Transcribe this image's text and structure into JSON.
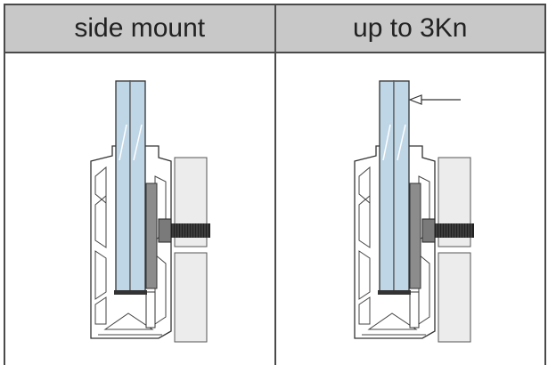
{
  "columns": [
    {
      "label": "side mount"
    },
    {
      "label": "up to 3Kn"
    }
  ],
  "colors": {
    "header_bg": "#c8c8c8",
    "border": "#4a4a4a",
    "glass": "#bfd6e6",
    "profile": "#ffffff",
    "gasket": "#8c8c8c",
    "wall": "#ececec",
    "bolt": "#222222"
  },
  "icons": [
    "glass-clamp-profile",
    "force-arrow"
  ]
}
